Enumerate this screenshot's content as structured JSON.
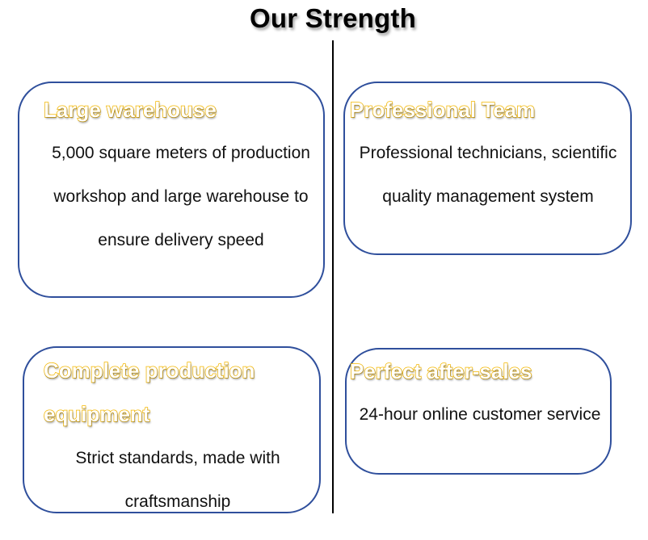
{
  "page": {
    "title": "Our Strength"
  },
  "cards": [
    {
      "title": "Large warehouse",
      "description": "5,000 square meters of production workshop and large warehouse to ensure delivery speed"
    },
    {
      "title": "Professional Team",
      "description": "Professional technicians, scientific quality management system"
    },
    {
      "title": "Complete production equipment",
      "description": "Strict standards, made with craftsmanship"
    },
    {
      "title": "Perfect after-sales",
      "description": "24-hour online customer service"
    }
  ],
  "colors": {
    "card_border": "#2f4f9c",
    "card_title_outline": "#f5b800",
    "text": "#111111"
  }
}
